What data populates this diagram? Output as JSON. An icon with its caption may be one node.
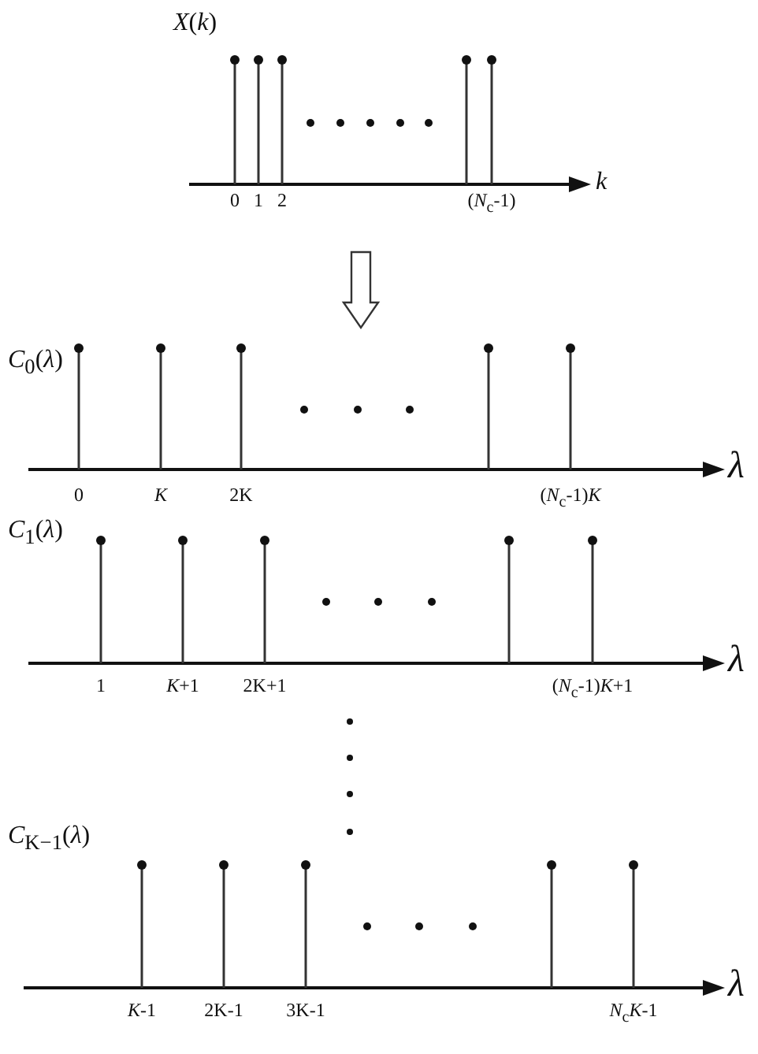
{
  "diagram": {
    "nodes": [
      {
        "text": [
          "*X*(*k*)"
        ],
        "beside": [
          "k",
          "0",
          "1",
          "2",
          "(*N*$_{c}$-1)"
        ]
      },
      {
        "text": [
          "*C*$_{0}$(*λ*)"
        ],
        "beside": [
          "λ",
          "0",
          "*K*",
          "2K",
          "(*N*$_{c}$-1)*K*"
        ]
      },
      {
        "text": [
          "*C*$_{1}$(*λ*)"
        ],
        "beside": [
          "λ",
          "1",
          "*K*+1",
          "2K+1",
          "(*N*$_{c}$-1)*K*+1"
        ]
      },
      {
        "text": [
          "*C*$_{K−1}$(*λ*)"
        ],
        "beside": [
          "λ",
          "*K*-1",
          "2K-1",
          "3K-1",
          "*N*$_{c}$*K*-1"
        ]
      }
    ],
    "edges": [
      {
        "from": 0,
        "to": 1,
        "arrow": "to"
      }
    ]
  }
}
